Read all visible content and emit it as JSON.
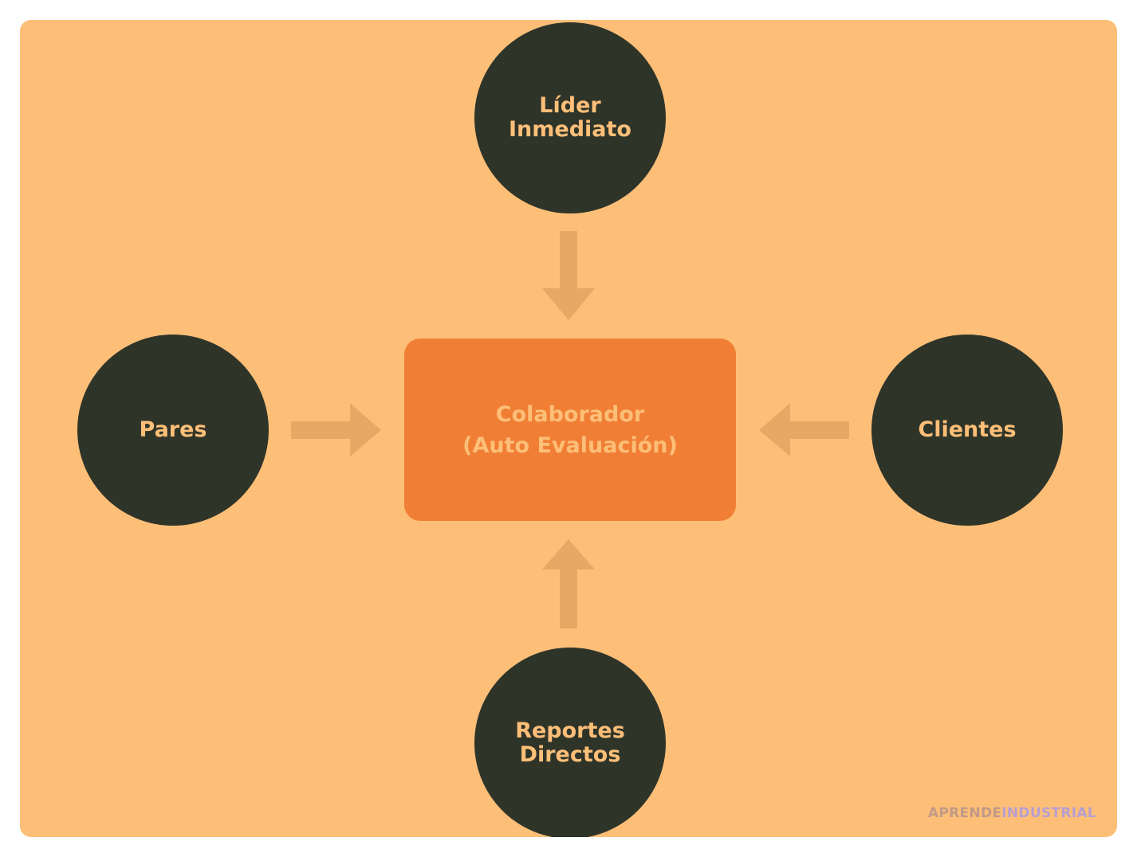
{
  "diagram": {
    "center": {
      "line1": "Colaborador",
      "line2": "(Auto Evaluación)"
    },
    "nodes": {
      "top": {
        "line1": "Líder",
        "line2": "Inmediato"
      },
      "left": {
        "label": "Pares"
      },
      "right": {
        "label": "Clientes"
      },
      "bottom": {
        "line1": "Reportes",
        "line2": "Directos"
      }
    }
  },
  "brand": {
    "part1": "APRENDE",
    "part2": "INDUSTRIAL"
  },
  "colors": {
    "background": "#fdbf78",
    "node_fill": "#2f3429",
    "node_text": "#fdbf78",
    "center_fill": "#f07f35",
    "center_text": "#fdbf78",
    "arrow": "#e5a865",
    "brand_part1": "#c19a86",
    "brand_part2": "#b79ed2"
  }
}
